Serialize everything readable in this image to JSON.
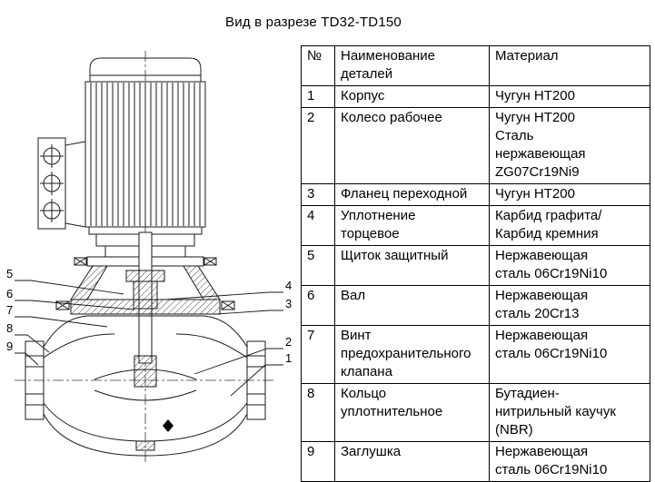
{
  "title": "Вид в разрезе TD32-TD150",
  "drawing": {
    "callouts": {
      "left": [
        "5",
        "6",
        "7",
        "8",
        "9"
      ],
      "right": [
        "4",
        "3",
        "2",
        "1"
      ]
    }
  },
  "table": {
    "headers": {
      "num": "№",
      "name": "Наименование\nдеталей",
      "material": "Материал"
    },
    "rows": [
      {
        "num": "1",
        "name": "Корпус",
        "material": "Чугун HT200"
      },
      {
        "num": "2",
        "name": "Колесо рабочее",
        "material": "Чугун HT200\nСталь\nнержавеющая\nZG07Cr19Ni9"
      },
      {
        "num": "3",
        "name": "Фланец переходной",
        "material": "Чугун HT200"
      },
      {
        "num": "4",
        "name": "Уплотнение\nторцевое",
        "material": "Карбид графита/\nКарбид кремния"
      },
      {
        "num": "5",
        "name": "Щиток защитный",
        "material": "Нержавеющая\nсталь 06Cr19Ni10"
      },
      {
        "num": "6",
        "name": "Вал",
        "material": "Нержавеющая\nсталь 20Cr13"
      },
      {
        "num": "7",
        "name": "Винт\nпредохранительного\nклапана",
        "material": "Нержавеющая\nсталь 06Cr19Ni10"
      },
      {
        "num": "8",
        "name": "Кольцо\nуплотнительное",
        "material": "Бутадиен-\nнитрильный каучук\n(NBR)"
      },
      {
        "num": "9",
        "name": "Заглушка",
        "material": "Нержавеющая\nсталь 06Cr19Ni10"
      }
    ]
  }
}
